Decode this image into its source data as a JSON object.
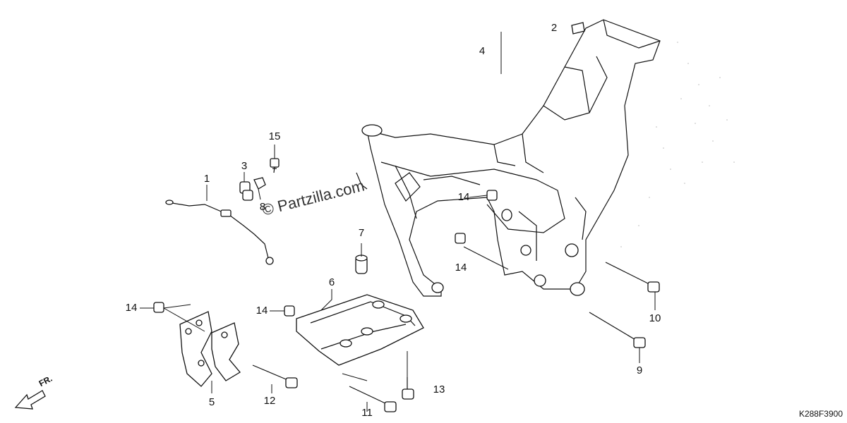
{
  "watermark": "© Partzilla.com",
  "reference_code": "K288F3900",
  "direction_label": "FR.",
  "callouts": [
    {
      "id": "1",
      "label": "1"
    },
    {
      "id": "2",
      "label": "2"
    },
    {
      "id": "3",
      "label": "3"
    },
    {
      "id": "4",
      "label": "4"
    },
    {
      "id": "5",
      "label": "5"
    },
    {
      "id": "6",
      "label": "6"
    },
    {
      "id": "7",
      "label": "7"
    },
    {
      "id": "8",
      "label": "8"
    },
    {
      "id": "9",
      "label": "9"
    },
    {
      "id": "10",
      "label": "10"
    },
    {
      "id": "11",
      "label": "11"
    },
    {
      "id": "12",
      "label": "12"
    },
    {
      "id": "13",
      "label": "13"
    },
    {
      "id": "14a",
      "label": "14"
    },
    {
      "id": "14b",
      "label": "14"
    },
    {
      "id": "14c",
      "label": "14"
    },
    {
      "id": "14d",
      "label": "14"
    },
    {
      "id": "14e",
      "label": "14"
    },
    {
      "id": "15",
      "label": "15"
    }
  ]
}
